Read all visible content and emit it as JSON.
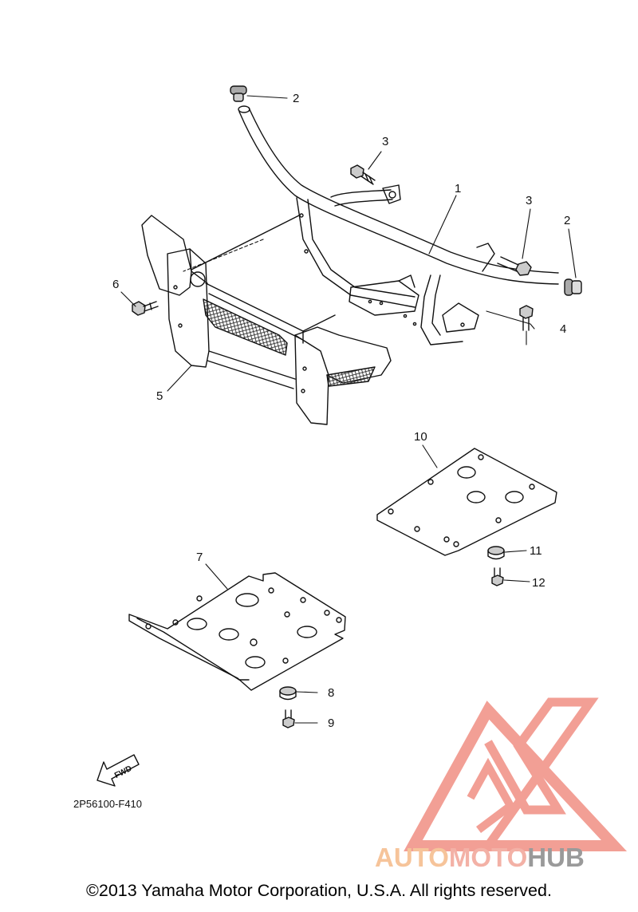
{
  "diagram": {
    "callouts": [
      {
        "id": "2a",
        "label": "2"
      },
      {
        "id": "3a",
        "label": "3"
      },
      {
        "id": "1",
        "label": "1"
      },
      {
        "id": "3b",
        "label": "3"
      },
      {
        "id": "2b",
        "label": "2"
      },
      {
        "id": "6",
        "label": "6"
      },
      {
        "id": "4",
        "label": "4"
      },
      {
        "id": "5",
        "label": "5"
      },
      {
        "id": "10",
        "label": "10"
      },
      {
        "id": "7",
        "label": "7"
      },
      {
        "id": "11",
        "label": "11"
      },
      {
        "id": "12",
        "label": "12"
      },
      {
        "id": "8",
        "label": "8"
      },
      {
        "id": "9",
        "label": "9"
      }
    ],
    "fwd_label": "FWD",
    "drawing_code": "2P56100-F410"
  },
  "watermark": {
    "auto": "AUTO",
    "moto": "MOTO",
    "hub": "HUB",
    "colors": {
      "auto": "#f6c49a",
      "moto": "#f3b1a6",
      "hub": "#9a9a9a",
      "logo": "#f29a90"
    }
  },
  "copyright": "©2013 Yamaha Motor Corporation, U.S.A. All rights reserved."
}
